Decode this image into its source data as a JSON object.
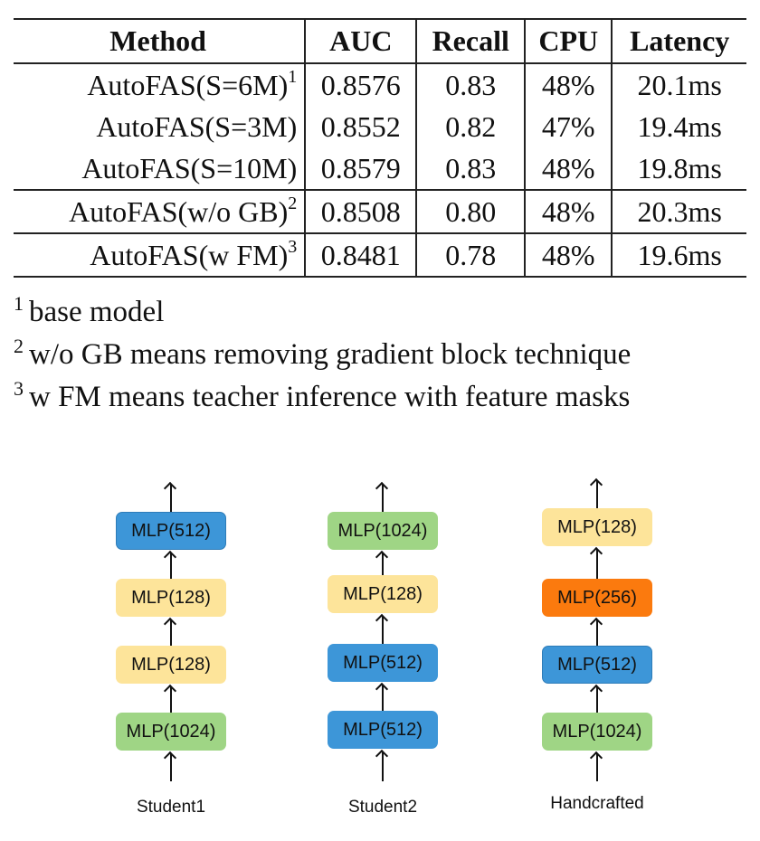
{
  "table": {
    "headers": [
      "Method",
      "AUC",
      "Recall",
      "CPU",
      "Latency"
    ],
    "rows": [
      {
        "method": "AutoFAS(S=6M)",
        "sup": "1",
        "auc": "0.8576",
        "recall": "0.83",
        "cpu": "48%",
        "latency": "20.1ms"
      },
      {
        "method": "AutoFAS(S=3M)",
        "sup": "",
        "auc": "0.8552",
        "recall": "0.82",
        "cpu": "47%",
        "latency": "19.4ms"
      },
      {
        "method": "AutoFAS(S=10M)",
        "sup": "",
        "auc": "0.8579",
        "recall": "0.83",
        "cpu": "48%",
        "latency": "19.8ms"
      },
      {
        "method": "AutoFAS(w/o GB)",
        "sup": "2",
        "auc": "0.8508",
        "recall": "0.80",
        "cpu": "48%",
        "latency": "20.3ms"
      },
      {
        "method": "AutoFAS(w FM)",
        "sup": "3",
        "auc": "0.8481",
        "recall": "0.78",
        "cpu": "48%",
        "latency": "19.6ms"
      }
    ]
  },
  "footnotes": [
    {
      "mark": "1",
      "text": "base model"
    },
    {
      "mark": "2",
      "text": "w/o GB means removing gradient block technique"
    },
    {
      "mark": "3",
      "text": "w FM means teacher inference with feature masks"
    }
  ],
  "colors": {
    "blue": "#3d96d8",
    "yellow": "#fde49a",
    "green": "#9fd585",
    "orange": "#fb7a0e"
  },
  "diagram": {
    "columns": [
      {
        "caption": "Student1",
        "layers_top_to_bottom": [
          {
            "label": "MLP(512)",
            "color": "#3d96d8"
          },
          {
            "label": "MLP(128)",
            "color": "#fde49a"
          },
          {
            "label": "MLP(128)",
            "color": "#fde49a"
          },
          {
            "label": "MLP(1024)",
            "color": "#9fd585"
          }
        ]
      },
      {
        "caption": "Student2",
        "layers_top_to_bottom": [
          {
            "label": "MLP(1024)",
            "color": "#9fd585"
          },
          {
            "label": "MLP(128)",
            "color": "#fde49a"
          },
          {
            "label": "MLP(512)",
            "color": "#3d96d8"
          },
          {
            "label": "MLP(512)",
            "color": "#3d96d8"
          }
        ]
      },
      {
        "caption": "Handcrafted",
        "layers_top_to_bottom": [
          {
            "label": "MLP(128)",
            "color": "#fde49a"
          },
          {
            "label": "MLP(256)",
            "color": "#fb7a0e"
          },
          {
            "label": "MLP(512)",
            "color": "#3d96d8"
          },
          {
            "label": "MLP(1024)",
            "color": "#9fd585"
          }
        ]
      }
    ]
  }
}
